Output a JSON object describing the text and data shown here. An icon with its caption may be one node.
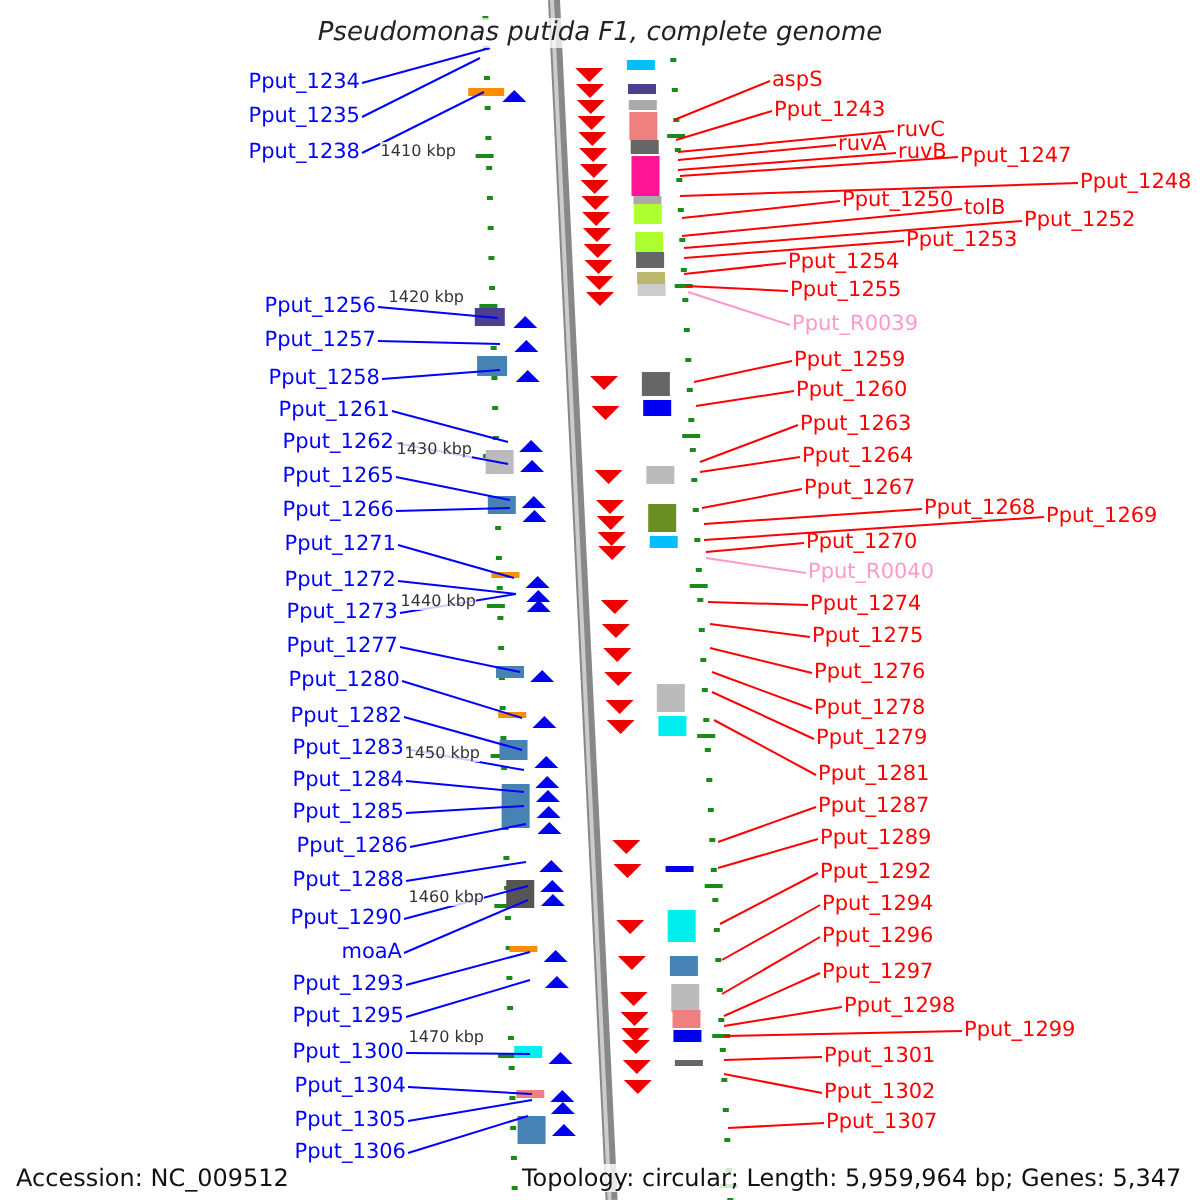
{
  "diagram": {
    "title": "Pseudomonas putida F1, complete genome",
    "nodes": [
      {
        "text": [
          "Pput_1234"
        ]
      },
      {
        "text": [
          "Pput_1235"
        ]
      },
      {
        "text": [
          "Pput_1238"
        ]
      },
      {
        "text": [
          "Pput_1256"
        ]
      },
      {
        "text": [
          "Pput_1257"
        ]
      },
      {
        "text": [
          "Pput_1258"
        ]
      },
      {
        "text": [
          "Pput_1261"
        ]
      },
      {
        "text": [
          "Pput_1262"
        ]
      },
      {
        "text": [
          "Pput_1265"
        ]
      },
      {
        "text": [
          "Pput_1266"
        ]
      },
      {
        "text": [
          "Pput_1271"
        ]
      },
      {
        "text": [
          "Pput_1272"
        ]
      },
      {
        "text": [
          "Pput_1273"
        ]
      },
      {
        "text": [
          "Pput_1277"
        ]
      },
      {
        "text": [
          "Pput_1280"
        ]
      },
      {
        "text": [
          "Pput_1282"
        ]
      },
      {
        "text": [
          "Pput_1283"
        ]
      },
      {
        "text": [
          "Pput_1284"
        ]
      },
      {
        "text": [
          "Pput_1285"
        ]
      },
      {
        "text": [
          "Pput_1286"
        ]
      },
      {
        "text": [
          "Pput_1288"
        ]
      },
      {
        "text": [
          "Pput_1290"
        ]
      },
      {
        "text": [
          "moaA"
        ]
      },
      {
        "text": [
          "Pput_1293"
        ]
      },
      {
        "text": [
          "Pput_1295"
        ]
      },
      {
        "text": [
          "Pput_1300"
        ]
      },
      {
        "text": [
          "Pput_1304"
        ]
      },
      {
        "text": [
          "Pput_1305"
        ]
      },
      {
        "text": [
          "Pput_1306"
        ]
      },
      {
        "text": [
          "aspS"
        ]
      },
      {
        "text": [
          "Pput_1243"
        ]
      },
      {
        "text": [
          "ruvC"
        ]
      },
      {
        "text": [
          "ruvA"
        ]
      },
      {
        "text": [
          "ruvB"
        ]
      },
      {
        "text": [
          "Pput_1247"
        ]
      },
      {
        "text": [
          "Pput_1248"
        ]
      },
      {
        "text": [
          "Pput_1250"
        ]
      },
      {
        "text": [
          "tolB"
        ]
      },
      {
        "text": [
          "Pput_1252"
        ]
      },
      {
        "text": [
          "Pput_1253"
        ]
      },
      {
        "text": [
          "Pput_1254"
        ]
      },
      {
        "text": [
          "Pput_1255"
        ]
      },
      {
        "text": [
          "Pput_R0039"
        ]
      },
      {
        "text": [
          "Pput_1259"
        ]
      },
      {
        "text": [
          "Pput_1260"
        ]
      },
      {
        "text": [
          "Pput_1263"
        ]
      },
      {
        "text": [
          "Pput_1264"
        ]
      },
      {
        "text": [
          "Pput_1267"
        ]
      },
      {
        "text": [
          "Pput_1268"
        ]
      },
      {
        "text": [
          "Pput_1269"
        ]
      },
      {
        "text": [
          "Pput_1270"
        ]
      },
      {
        "text": [
          "Pput_R0040"
        ]
      },
      {
        "text": [
          "Pput_1274"
        ]
      },
      {
        "text": [
          "Pput_1275"
        ]
      },
      {
        "text": [
          "Pput_1276"
        ]
      },
      {
        "text": [
          "Pput_1278"
        ]
      },
      {
        "text": [
          "Pput_1279"
        ]
      },
      {
        "text": [
          "Pput_1281"
        ]
      },
      {
        "text": [
          "Pput_1287"
        ]
      },
      {
        "text": [
          "Pput_1289"
        ]
      },
      {
        "text": [
          "Pput_1292"
        ]
      },
      {
        "text": [
          "Pput_1294"
        ]
      },
      {
        "text": [
          "Pput_1296"
        ]
      },
      {
        "text": [
          "Pput_1297"
        ]
      },
      {
        "text": [
          "Pput_1298"
        ]
      },
      {
        "text": [
          "Pput_1299"
        ]
      },
      {
        "text": [
          "Pput_1301"
        ]
      },
      {
        "text": [
          "Pput_1302"
        ]
      },
      {
        "text": [
          "Pput_1307"
        ]
      }
    ],
    "edges": [
      {
        "from": 0,
        "to": null,
        "arrow": "none",
        "color": "#0000ff"
      },
      {
        "from": 1,
        "to": null,
        "arrow": "none",
        "color": "#0000ff"
      },
      {
        "from": 2,
        "to": null,
        "arrow": "none",
        "color": "#0000ff"
      },
      {
        "from": 3,
        "to": null,
        "arrow": "none",
        "color": "#0000ff"
      },
      {
        "from": 4,
        "to": null,
        "arrow": "none",
        "color": "#0000ff"
      },
      {
        "from": 5,
        "to": null,
        "arrow": "none",
        "color": "#0000ff"
      },
      {
        "from": 6,
        "to": null,
        "arrow": "none",
        "color": "#0000ff"
      },
      {
        "from": 7,
        "to": null,
        "arrow": "none",
        "color": "#0000ff"
      },
      {
        "from": 8,
        "to": null,
        "arrow": "none",
        "color": "#0000ff"
      },
      {
        "from": 9,
        "to": null,
        "arrow": "none",
        "color": "#0000ff"
      },
      {
        "from": 10,
        "to": null,
        "arrow": "none",
        "color": "#0000ff"
      },
      {
        "from": 11,
        "to": null,
        "arrow": "none",
        "color": "#0000ff"
      },
      {
        "from": 12,
        "to": null,
        "arrow": "none",
        "color": "#0000ff"
      },
      {
        "from": 13,
        "to": null,
        "arrow": "none",
        "color": "#0000ff"
      },
      {
        "from": 14,
        "to": null,
        "arrow": "none",
        "color": "#0000ff"
      },
      {
        "from": 15,
        "to": null,
        "arrow": "none",
        "color": "#0000ff"
      },
      {
        "from": 16,
        "to": null,
        "arrow": "none",
        "color": "#0000ff"
      },
      {
        "from": 17,
        "to": null,
        "arrow": "none",
        "color": "#0000ff"
      },
      {
        "from": 18,
        "to": null,
        "arrow": "none",
        "color": "#0000ff"
      },
      {
        "from": 19,
        "to": null,
        "arrow": "none",
        "color": "#0000ff"
      },
      {
        "from": 20,
        "to": null,
        "arrow": "none",
        "color": "#0000ff"
      },
      {
        "from": 21,
        "to": null,
        "arrow": "none",
        "color": "#0000ff"
      },
      {
        "from": 22,
        "to": null,
        "arrow": "none",
        "color": "#0000ff"
      },
      {
        "from": 23,
        "to": null,
        "arrow": "none",
        "color": "#0000ff"
      },
      {
        "from": 24,
        "to": null,
        "arrow": "none",
        "color": "#0000ff"
      },
      {
        "from": 25,
        "to": null,
        "arrow": "none",
        "color": "#0000ff"
      },
      {
        "from": 26,
        "to": null,
        "arrow": "none",
        "color": "#0000ff"
      },
      {
        "from": 27,
        "to": null,
        "arrow": "none",
        "color": "#0000ff"
      },
      {
        "from": 28,
        "to": null,
        "arrow": "none",
        "color": "#0000ff"
      },
      {
        "from": 29,
        "to": null,
        "arrow": "none"
      },
      {
        "from": 30,
        "to": null,
        "arrow": "none"
      },
      {
        "from": 31,
        "to": null,
        "arrow": "none"
      },
      {
        "from": 32,
        "to": null,
        "arrow": "none"
      },
      {
        "from": 33,
        "to": null,
        "arrow": "none"
      },
      {
        "from": 34,
        "to": null,
        "arrow": "none"
      },
      {
        "from": 35,
        "to": null,
        "arrow": "none"
      },
      {
        "from": 36,
        "to": null,
        "arrow": "none"
      },
      {
        "from": 37,
        "to": null,
        "arrow": "none"
      },
      {
        "from": 38,
        "to": null,
        "arrow": "none"
      },
      {
        "from": 39,
        "to": null,
        "arrow": "none"
      },
      {
        "from": 40,
        "to": null,
        "arrow": "none"
      },
      {
        "from": 41,
        "to": null,
        "arrow": "none"
      },
      {
        "from": 42,
        "to": null,
        "arrow": "none",
        "color": "#ff99cc"
      },
      {
        "from": 43,
        "to": null,
        "arrow": "none"
      },
      {
        "from": 44,
        "to": null,
        "arrow": "none"
      },
      {
        "from": 45,
        "to": null,
        "arrow": "none"
      },
      {
        "from": 46,
        "to": null,
        "arrow": "none"
      },
      {
        "from": 47,
        "to": null,
        "arrow": "none"
      },
      {
        "from": 48,
        "to": null,
        "arrow": "none"
      },
      {
        "from": 49,
        "to": null,
        "arrow": "none"
      },
      {
        "from": 50,
        "to": null,
        "arrow": "none"
      },
      {
        "from": 51,
        "to": null,
        "arrow": "none",
        "color": "#ff99cc"
      },
      {
        "from": 52,
        "to": null,
        "arrow": "none"
      },
      {
        "from": 53,
        "to": null,
        "arrow": "none"
      },
      {
        "from": 54,
        "to": null,
        "arrow": "none"
      },
      {
        "from": 55,
        "to": null,
        "arrow": "none"
      },
      {
        "from": 56,
        "to": null,
        "arrow": "none"
      },
      {
        "from": 57,
        "to": null,
        "arrow": "none"
      },
      {
        "from": 58,
        "to": null,
        "arrow": "none"
      },
      {
        "from": 59,
        "to": null,
        "arrow": "none"
      },
      {
        "from": 60,
        "to": null,
        "arrow": "none"
      },
      {
        "from": 61,
        "to": null,
        "arrow": "none"
      },
      {
        "from": 62,
        "to": null,
        "arrow": "none"
      },
      {
        "from": 63,
        "to": null,
        "arrow": "none"
      },
      {
        "from": 64,
        "to": null,
        "arrow": "none"
      },
      {
        "from": 65,
        "to": null,
        "arrow": "none"
      },
      {
        "from": 66,
        "to": null,
        "arrow": "none"
      },
      {
        "from": 67,
        "to": null,
        "arrow": "none"
      },
      {
        "from": 68,
        "to": null,
        "arrow": "none"
      }
    ],
    "labels": [
      "1410 kbp",
      "1420 kbp",
      "1430 kbp",
      "1440 kbp",
      "1450 kbp",
      "1460 kbp",
      "1470 kbp",
      "Accession: NC_009512",
      "Topology: circular; Length: 5,959,964 bp; Genes: 5,347"
    ]
  }
}
